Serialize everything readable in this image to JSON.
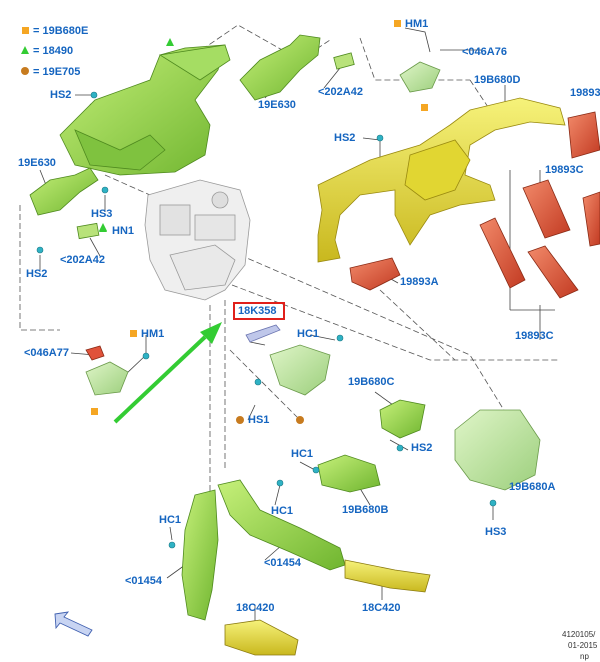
{
  "legend": [
    {
      "symbol": "square",
      "text": "= 19B680E"
    },
    {
      "symbol": "triangle",
      "text": "= 18490"
    },
    {
      "symbol": "circle",
      "text": "= 19E705"
    }
  ],
  "labels": {
    "hs2_a": "HS2",
    "e630_top": "19E630",
    "a42_top": "<202A42",
    "hm1_top": "HM1",
    "a76": "<046A76",
    "b680d": "19B680D",
    "n19893_top": "19893",
    "hs2_b": "HS2",
    "e630_left": "19E630",
    "hs3_a": "HS3",
    "hn1": "HN1",
    "a42_left": "<202A42",
    "hs2_c": "HS2",
    "n19893c_a": "19893C",
    "n19893a": "19893A",
    "n19893c_b": "19893C",
    "k358": "18K358",
    "hm1_mid": "HM1",
    "a77": "<046A77",
    "hc1_a": "HC1",
    "b680c": "19B680C",
    "hs1": "HS1",
    "hs2_d": "HS2",
    "hc1_b": "HC1",
    "b680b": "19B680B",
    "b680a": "19B680A",
    "hc1_c": "HC1",
    "hc1_d": "HC1",
    "hs3_b": "HS3",
    "c01454_a": "<01454",
    "c01454_b": "<01454",
    "c420_a": "18C420",
    "c420_b": "18C420"
  },
  "reference": [
    "4120105/",
    "01-2015",
    "np"
  ],
  "colors": {
    "label": "#1565c0",
    "green_part": "#8fd14f",
    "yellow_part": "#e8e23a",
    "red_part": "#e0523a",
    "legend_square": "#f5a623",
    "legend_triangle": "#33cc33",
    "legend_circle": "#c77b1f",
    "highlight": "#e0201b",
    "arrow": "#33cc33"
  },
  "highlighted_part": "18K358"
}
